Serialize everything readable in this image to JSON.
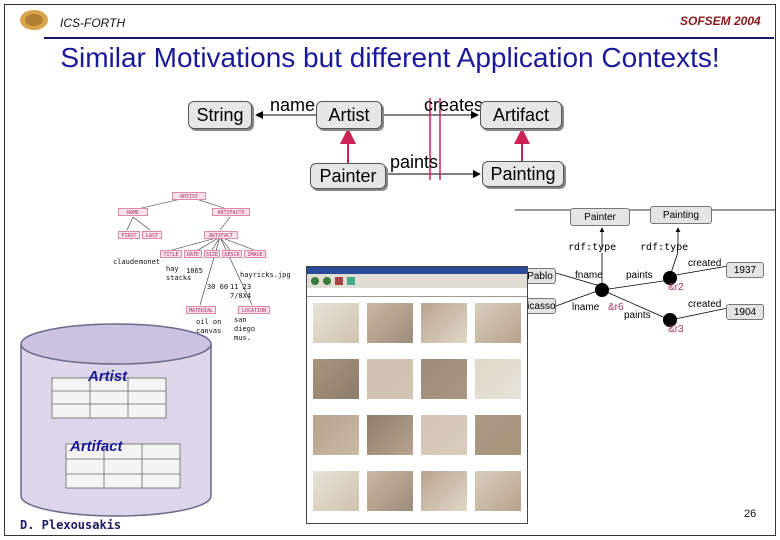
{
  "header": {
    "org": "ICS-FORTH",
    "conf": "SOFSEM 2004",
    "title": "Similar Motivations but different Application Contexts!"
  },
  "schema": {
    "string": "String",
    "artist": "Artist",
    "artifact": "Artifact",
    "painter": "Painter",
    "painting": "Painting",
    "rel_name": "name",
    "rel_creates": "creates",
    "rel_paints": "paints"
  },
  "xml_tree": {
    "artist": "ARTIST",
    "name": "NAME",
    "artifacts": "ARTIFACTS",
    "first": "FIRST",
    "last": "LAST",
    "artifact": "ARTIFACT",
    "title": "TITLE",
    "date": "DATE",
    "size": "SIZE",
    "descr": "DESCR",
    "image": "IMAGE",
    "material": "MATERIAL",
    "location": "LOCATION",
    "v_first": "claude",
    "v_last": "monet",
    "v_title": "hay stacks",
    "v_date": "1865",
    "v_size": "30 60",
    "v_descr": "11 23 7/8X4",
    "v_image": "hayricks.jpg",
    "v_material": "oil on canvas",
    "v_location": "san diego mus."
  },
  "rdf": {
    "painter": "Painter",
    "painting": "Painting",
    "type1": "rdf:type",
    "type2": "rdf:type",
    "fname": "fname",
    "lname": "lname",
    "paints1": "paints",
    "paints2": "paints",
    "created1": "created",
    "created2": "created",
    "r6": "&r6",
    "r2": "&r2",
    "r3": "&r3",
    "pablo": "Pablo",
    "picasso": "Picasso",
    "year1": "1937",
    "year2": "1904"
  },
  "db": {
    "artist": "Artist",
    "artifact": "Artifact"
  },
  "footer": {
    "author": "D. Plexousakis",
    "page": "26"
  },
  "colors": {
    "title_blue": "#1a1a99",
    "tree_pink": "#fbe1ec",
    "arrow_red": "#cc2255"
  }
}
